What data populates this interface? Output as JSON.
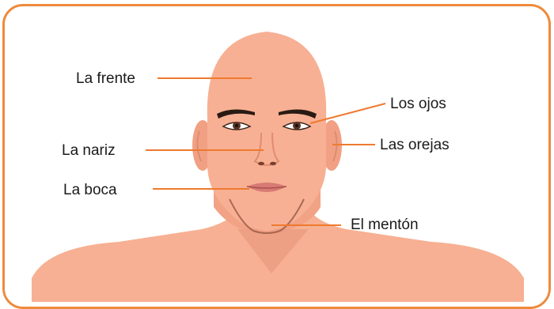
{
  "labels": {
    "forehead": "La frente",
    "eyes": "Los ojos",
    "nose": "La nariz",
    "ears": "Las orejas",
    "mouth": "La boca",
    "chin": "El mentón"
  },
  "colors": {
    "border": "#ee8a3c",
    "leader": "#ee7a2f",
    "skin": "#f7b093",
    "skin_shadow": "#e5937a",
    "hair_brow": "#2a1a14"
  }
}
